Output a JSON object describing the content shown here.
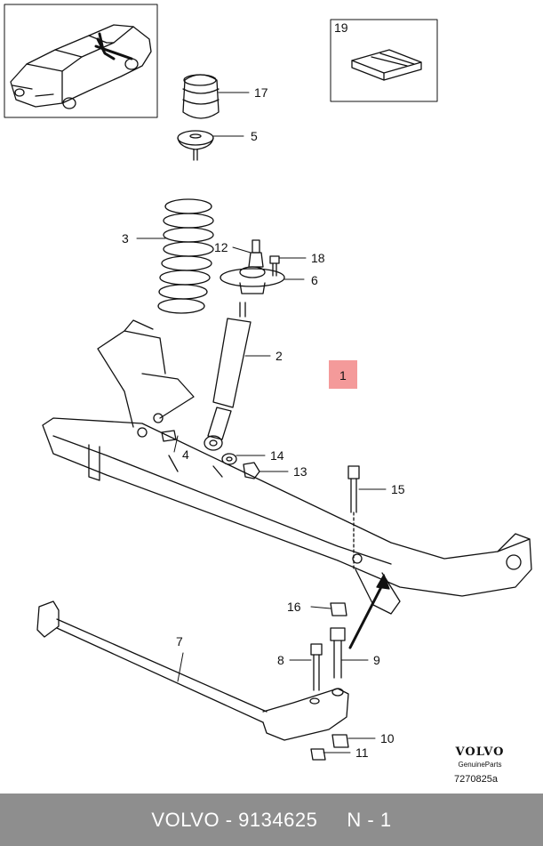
{
  "callouts": {
    "c1": "1",
    "c2": "2",
    "c3": "3",
    "c4": "4",
    "c5": "5",
    "c6": "6",
    "c7": "7",
    "c8": "8",
    "c9": "9",
    "c10": "10",
    "c11": "11",
    "c12": "12",
    "c13": "13",
    "c14": "14",
    "c15": "15",
    "c16": "16",
    "c17": "17",
    "c18": "18",
    "c19": "19"
  },
  "highlight_color": "#f49a9a",
  "brand": {
    "logo": "VOLVO",
    "subtitle": "GenuineParts"
  },
  "reference_code": "7270825a",
  "footer": {
    "brand": "VOLVO",
    "separator": " - ",
    "part_number": "9134625",
    "gap": "     ",
    "qty": "N - 1"
  }
}
